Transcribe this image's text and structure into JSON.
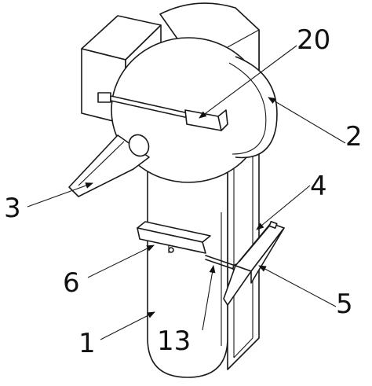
{
  "labels": {
    "l1": "1",
    "l2": "2",
    "l3": "3",
    "l4": "4",
    "l5": "5",
    "l6": "6",
    "l13": "13",
    "l20": "20"
  }
}
